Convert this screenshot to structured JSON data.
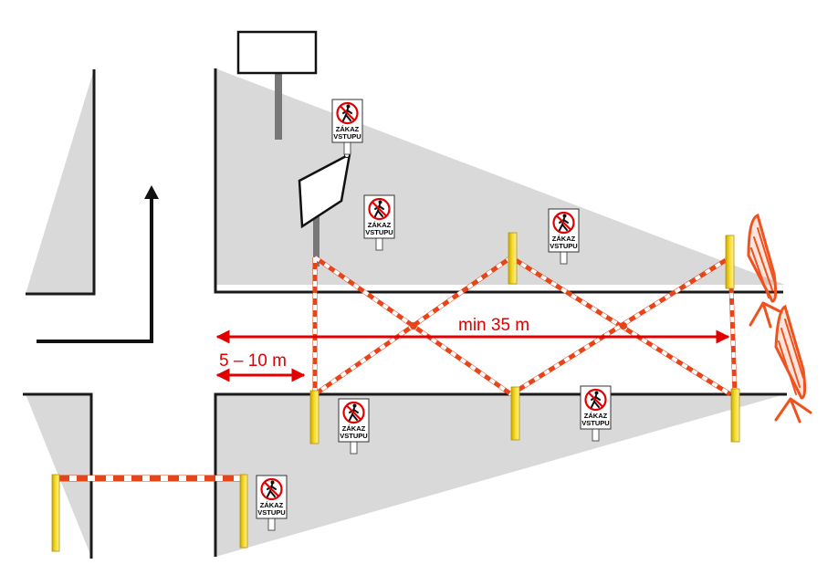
{
  "colors": {
    "zone_gray": "#d9d9d9",
    "road_line": "#1a1a1a",
    "tape_red": "#e8441a",
    "tape_white": "#ffffff",
    "post_yellow": "#f5d928",
    "post_shadow": "#c9a800",
    "dimension_red": "#e00000",
    "barrier_orange": "#f0521e"
  },
  "signs": {
    "no_entry_line1": "ZÁKAZ",
    "no_entry_line2": "VSTUPU",
    "icon": "no-pedestrians-icon"
  },
  "dimensions": {
    "long_label": "min 35 m",
    "short_label": "5 – 10 m"
  },
  "direction_arrow": {
    "icon": "turn-up-arrow-icon"
  }
}
